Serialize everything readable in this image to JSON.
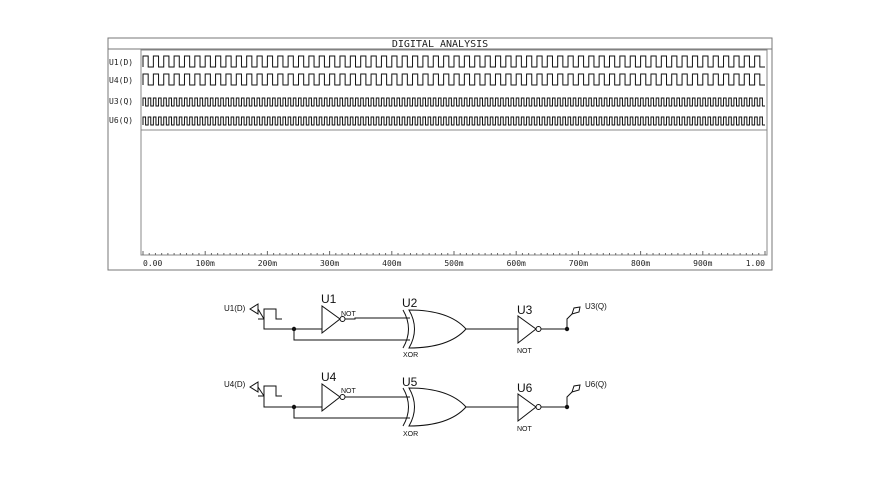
{
  "analysis": {
    "title": "DIGITAL ANALYSIS",
    "traces": [
      {
        "label": "U1(D)",
        "cycles": 60
      },
      {
        "label": "U4(D)",
        "cycles": 60
      },
      {
        "label": "U3(Q)",
        "cycles": 120
      },
      {
        "label": "U6(Q)",
        "cycles": 120
      }
    ],
    "axis_ticks": [
      "0.00",
      "100m",
      "200m",
      "300m",
      "400m",
      "500m",
      "600m",
      "700m",
      "800m",
      "900m",
      "1.00"
    ]
  },
  "circuits": [
    {
      "input_label": "U1(D)",
      "not1": {
        "ref": "U1",
        "type": "NOT"
      },
      "xor": {
        "ref": "U2",
        "type": "XOR"
      },
      "not2": {
        "ref": "U3",
        "type": "NOT"
      },
      "output_label": "U3(Q)"
    },
    {
      "input_label": "U4(D)",
      "not1": {
        "ref": "U4",
        "type": "NOT"
      },
      "xor": {
        "ref": "U5",
        "type": "XOR"
      },
      "not2": {
        "ref": "U6",
        "type": "NOT"
      },
      "output_label": "U6(Q)"
    }
  ]
}
